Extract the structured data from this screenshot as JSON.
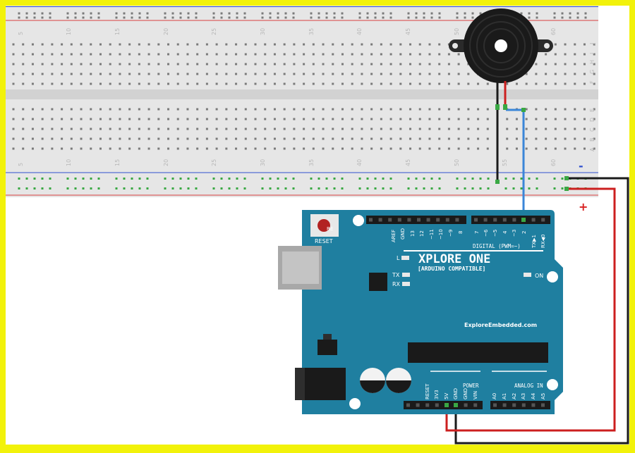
{
  "breadboard": {
    "column_numbers": [
      "5",
      "10",
      "15",
      "20",
      "25",
      "30",
      "35",
      "40",
      "45",
      "50",
      "55",
      "60"
    ],
    "top_row_letters": [
      "J",
      "I",
      "H",
      "G",
      "F"
    ],
    "bottom_row_letters": [
      "E",
      "D",
      "C",
      "B",
      "A"
    ],
    "minus_label": "-",
    "plus_label": "+"
  },
  "board": {
    "name": "XPLORE ONE",
    "subtitle": "[ARDUINO COMPATIBLE]",
    "website": "ExploreEmbedded.com",
    "reset_label": "RESET",
    "reset_button_text": "RE",
    "digital_label": "DIGITAL (PWM=~)",
    "power_label": "POWER",
    "analog_label": "ANALOG IN",
    "led_l": "L",
    "led_tx": "TX",
    "led_rx": "RX",
    "led_on": "ON",
    "header_left_pins": [
      "AREF",
      "GND",
      "13",
      "12",
      "~11",
      "~10",
      "~9",
      "8"
    ],
    "header_right_pins": [
      "7",
      "~6",
      "~5",
      "4",
      "~3",
      "2",
      "TX▶1",
      "RX◀0"
    ],
    "power_pins": [
      "RESET",
      "3V3",
      "5V",
      "GND",
      "GND",
      "VIN"
    ],
    "analog_pins": [
      "A0",
      "A1",
      "A2",
      "A3",
      "A4",
      "A5"
    ]
  },
  "colors": {
    "frame": "#f2f20a",
    "board": "#1f7fa0",
    "wire_black": "#1a1a1a",
    "wire_red": "#cc1f1f",
    "wire_blue": "#3a86d8",
    "hole": "#7a7a7a",
    "rail_hole": "#3aa844",
    "rail_red": "#d84040",
    "rail_blue": "#3050d0"
  }
}
